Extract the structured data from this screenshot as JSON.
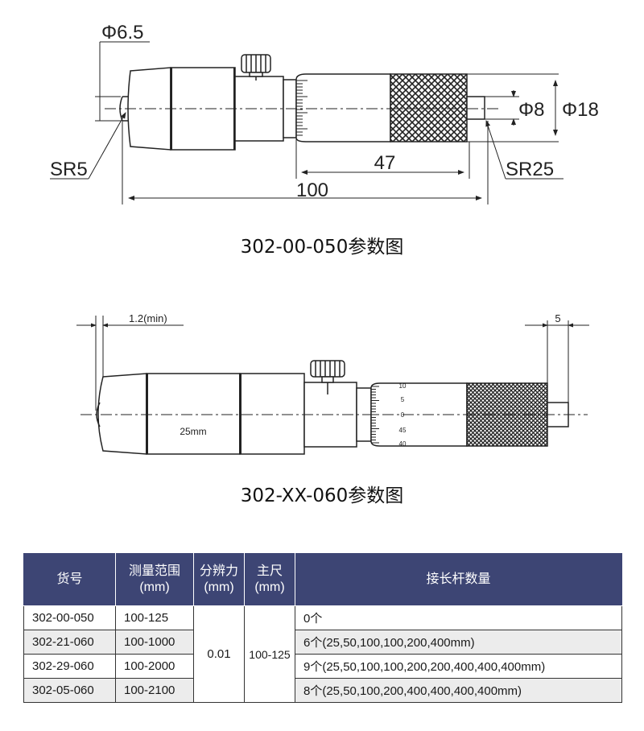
{
  "drawing1": {
    "dim_phi65": "Φ6.5",
    "dim_sr5": "SR5",
    "dim_47": "47",
    "dim_100": "100",
    "dim_sr25": "SR25",
    "dim_phi8": "Φ8",
    "dim_phi18": "Φ18",
    "caption": "302-00-050参数图"
  },
  "drawing2": {
    "dim_min": "1.2(min)",
    "dim_5": "5",
    "label_25mm": "25mm",
    "scale_marks": [
      "10",
      "5",
      "0",
      "45",
      "40"
    ],
    "caption": "302-XX-060参数图"
  },
  "table": {
    "headers": [
      "货号",
      "测量范围\n(mm)",
      "分辨力\n(mm)",
      "主尺\n(mm)",
      "接长杆数量"
    ],
    "header_colors": {
      "bg": "#3d4574",
      "fg": "#ffffff"
    },
    "resolution": "0.01",
    "main_scale": "100-125",
    "rows": [
      {
        "code": "302-00-050",
        "range": "100-125",
        "rods": "0个"
      },
      {
        "code": "302-21-060",
        "range": "100-1000",
        "rods": "6个(25,50,100,100,200,400mm)"
      },
      {
        "code": "302-29-060",
        "range": "100-2000",
        "rods": "9个(25,50,100,100,200,200,400,400,400mm)"
      },
      {
        "code": "302-05-060",
        "range": "100-2100",
        "rods": "8个(25,50,100,200,400,400,400,400mm)"
      }
    ]
  }
}
